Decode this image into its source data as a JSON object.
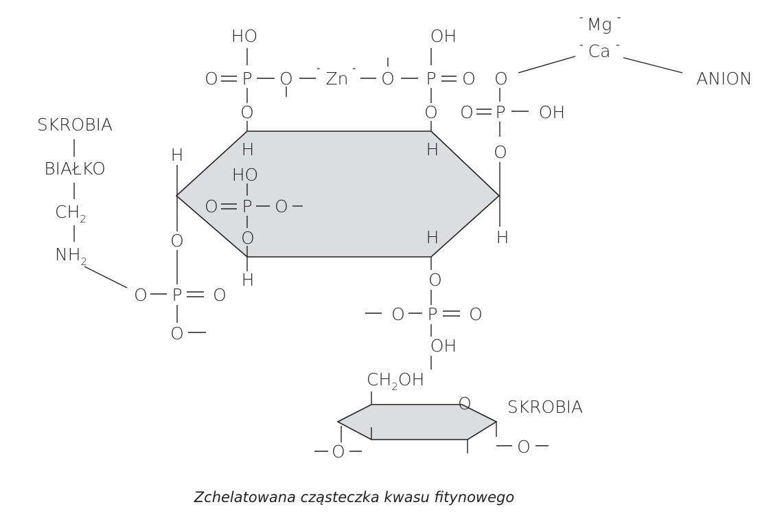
{
  "caption": "Zchelatowana cząsteczka kwasu fitynowego",
  "colors": {
    "ring_fill": "#dcdddf",
    "line": "#231f20"
  },
  "atoms": {
    "ho": "HO",
    "oh": "OH",
    "o": "O",
    "p": "P",
    "h": "H",
    "zn": "Zn",
    "mg": "Mg",
    "ca": "Ca",
    "minus": "-",
    "anion": "ANION",
    "skrobia": "SKROBIA",
    "bialko": "BIAŁKO",
    "ch": "CH",
    "nh": "NH",
    "sub2": "2",
    "ch2oh_a": "CH",
    "ch2oh_b": "OH"
  }
}
